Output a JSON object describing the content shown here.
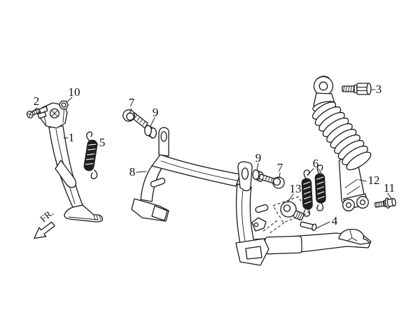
{
  "diagram": {
    "kind": "exploded-parts-diagram",
    "subject": "main stand / side stand / rear cushion",
    "background_color": "#ffffff",
    "line_color": "#1a1a1a",
    "front_marker": "FR.",
    "part_labels": [
      {
        "callout": "2"
      },
      {
        "callout": "10"
      },
      {
        "callout": "1"
      },
      {
        "callout": "5"
      },
      {
        "callout": "7"
      },
      {
        "callout": "9"
      },
      {
        "callout": "8"
      },
      {
        "callout": "9"
      },
      {
        "callout": "7"
      },
      {
        "callout": "13"
      },
      {
        "callout": "6"
      },
      {
        "callout": "4"
      },
      {
        "callout": "3"
      },
      {
        "callout": "12"
      },
      {
        "callout": "11"
      }
    ]
  }
}
